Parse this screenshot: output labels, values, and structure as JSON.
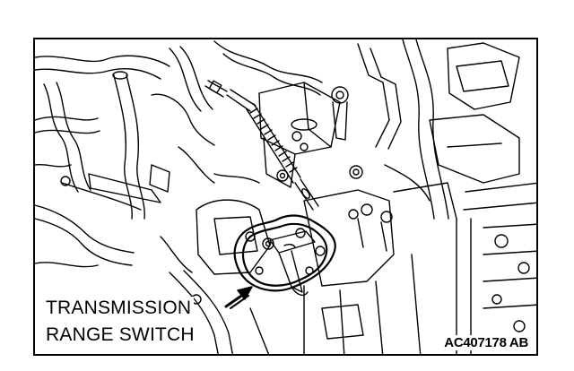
{
  "callout": {
    "line1": "TRANSMISSION",
    "line2": "RANGE SWITCH"
  },
  "figure_code": "AC407178 AB",
  "colors": {
    "ink": "#000000",
    "paper": "#ffffff"
  }
}
